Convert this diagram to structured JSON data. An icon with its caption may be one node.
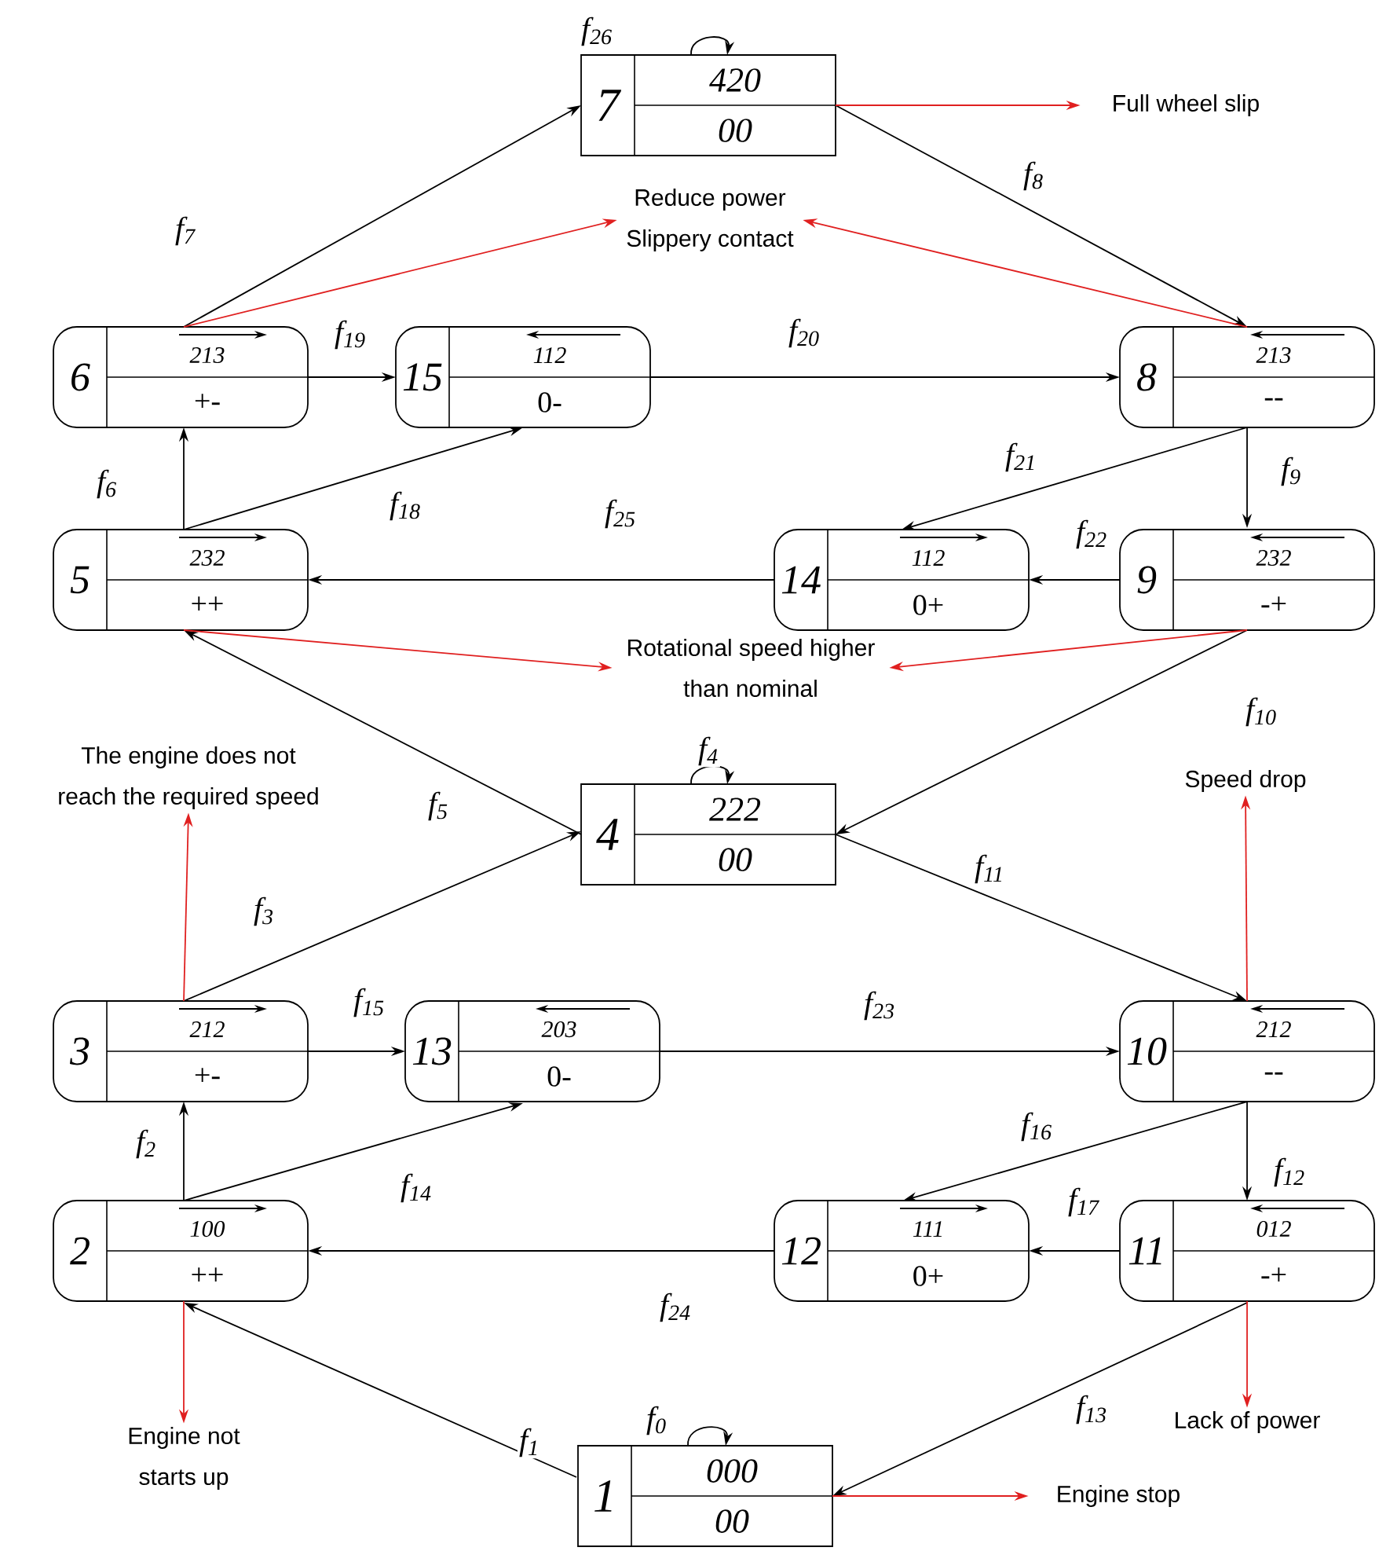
{
  "diagram": {
    "nodes": [
      {
        "text": [
          "7",
          "420",
          "00"
        ]
      },
      {
        "text": [
          "Full wheel slip"
        ]
      },
      {
        "text": [
          "Reduce power Slippery contact"
        ]
      },
      {
        "text": [
          "6",
          "213",
          "+-"
        ]
      },
      {
        "text": [
          "15",
          "112",
          "0-"
        ]
      },
      {
        "text": [
          "8",
          "213",
          "--"
        ]
      },
      {
        "text": [
          "5",
          "232",
          "++"
        ]
      },
      {
        "text": [
          "14",
          "112",
          "0+"
        ]
      },
      {
        "text": [
          "9",
          "232",
          "-+"
        ]
      },
      {
        "text": [
          "Rotational speed higher than nominal"
        ]
      },
      {
        "text": [
          "The engine does not reach the required speed"
        ]
      },
      {
        "text": [
          "4",
          "222",
          "00"
        ]
      },
      {
        "text": [
          "Speed drop"
        ]
      },
      {
        "text": [
          "3",
          "212",
          "+-"
        ]
      },
      {
        "text": [
          "13",
          "203",
          "0-"
        ]
      },
      {
        "text": [
          "10",
          "212",
          "--"
        ]
      },
      {
        "text": [
          "2",
          "100",
          "++"
        ]
      },
      {
        "text": [
          "12",
          "111",
          "0+"
        ]
      },
      {
        "text": [
          "11",
          "012",
          "-+"
        ]
      },
      {
        "text": [
          "Engine not starts up"
        ]
      },
      {
        "text": [
          "Lack of power"
        ]
      },
      {
        "text": [
          "1",
          "000",
          "00"
        ]
      },
      {
        "text": [
          "Engine stop"
        ]
      }
    ],
    "edges": [
      {
        "from": 21,
        "to": 21,
        "arrow": "to",
        "label": "f$_{0}$"
      },
      {
        "from": 21,
        "to": 16,
        "arrow": "to",
        "label": "f$_{1}$"
      },
      {
        "from": 16,
        "to": 13,
        "arrow": "to",
        "label": "f$_{2}$"
      },
      {
        "from": 13,
        "to": 11,
        "arrow": "to",
        "label": "f$_{3}$"
      },
      {
        "from": 11,
        "to": 11,
        "arrow": "to",
        "label": "f$_{4}$"
      },
      {
        "from": 11,
        "to": 6,
        "arrow": "to",
        "label": "f$_{5}$"
      },
      {
        "from": 6,
        "to": 3,
        "arrow": "to",
        "label": "f$_{6}$"
      },
      {
        "from": 3,
        "to": 0,
        "arrow": "to",
        "label": "f$_{7}$"
      },
      {
        "from": 0,
        "to": 5,
        "arrow": "to",
        "label": "f$_{8}$"
      },
      {
        "from": 5,
        "to": 8,
        "arrow": "to",
        "label": "f$_{9}$"
      },
      {
        "from": 8,
        "to": 11,
        "arrow": "to",
        "label": "f$_{10}$"
      },
      {
        "from": 11,
        "to": 15,
        "arrow": "to",
        "label": "f$_{11}$"
      },
      {
        "from": 15,
        "to": 18,
        "arrow": "to",
        "label": "f$_{12}$"
      },
      {
        "from": 18,
        "to": 21,
        "arrow": "to",
        "label": "f$_{13}$"
      },
      {
        "from": 16,
        "to": 14,
        "arrow": "to",
        "label": "f$_{14}$"
      },
      {
        "from": 13,
        "to": 14,
        "arrow": "to",
        "label": "f$_{15}$"
      },
      {
        "from": 15,
        "to": 17,
        "arrow": "to",
        "label": "f$_{16}$"
      },
      {
        "from": 18,
        "to": 17,
        "arrow": "to",
        "label": "f$_{17}$"
      },
      {
        "from": 6,
        "to": 4,
        "arrow": "to",
        "label": "f$_{18}$"
      },
      {
        "from": 3,
        "to": 4,
        "arrow": "to",
        "label": "f$_{19}$"
      },
      {
        "from": 4,
        "to": 5,
        "arrow": "to",
        "label": "f$_{20}$"
      },
      {
        "from": 5,
        "to": 7,
        "arrow": "to",
        "label": "f$_{21}$"
      },
      {
        "from": 8,
        "to": 7,
        "arrow": "to",
        "label": "f$_{22}$"
      },
      {
        "from": 14,
        "to": 15,
        "arrow": "to",
        "label": "f$_{23}$"
      },
      {
        "from": 17,
        "to": 16,
        "arrow": "to",
        "label": "f$_{24}$"
      },
      {
        "from": 7,
        "to": 6,
        "arrow": "to",
        "label": "f$_{25}$"
      },
      {
        "from": 0,
        "to": 0,
        "arrow": "to",
        "label": "f$_{26}$"
      },
      {
        "from": 0,
        "to": 1,
        "arrow": "to",
        "color": "#e02020"
      },
      {
        "from": 3,
        "to": 2,
        "arrow": "to",
        "color": "#e02020"
      },
      {
        "from": 5,
        "to": 2,
        "arrow": "to",
        "color": "#e02020"
      },
      {
        "from": 6,
        "to": 9,
        "arrow": "to",
        "color": "#e02020"
      },
      {
        "from": 8,
        "to": 9,
        "arrow": "to",
        "color": "#e02020"
      },
      {
        "from": 13,
        "to": 10,
        "arrow": "to",
        "color": "#e02020"
      },
      {
        "from": 15,
        "to": 12,
        "arrow": "to",
        "color": "#e02020"
      },
      {
        "from": 16,
        "to": 19,
        "arrow": "to",
        "color": "#e02020"
      },
      {
        "from": 18,
        "to": 20,
        "arrow": "to",
        "color": "#e02020"
      },
      {
        "from": 21,
        "to": 22,
        "arrow": "to",
        "color": "#e02020"
      }
    ]
  }
}
